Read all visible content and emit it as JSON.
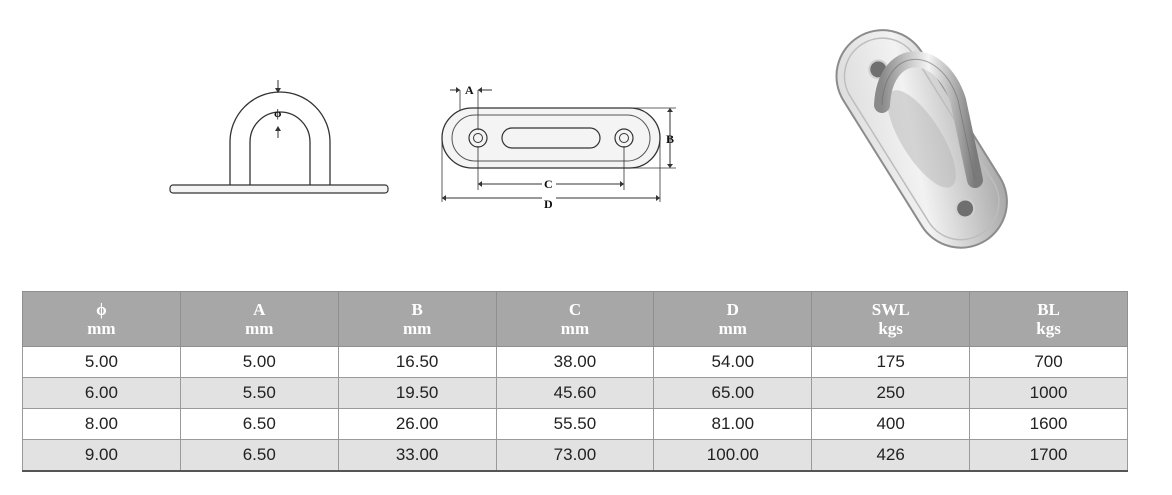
{
  "drawings": {
    "front_label": "ϕ",
    "top_labels": {
      "a": "A",
      "b": "B",
      "c": "C",
      "d": "D"
    }
  },
  "table": {
    "headers": [
      {
        "name": "ϕ",
        "unit": "mm"
      },
      {
        "name": "A",
        "unit": "mm"
      },
      {
        "name": "B",
        "unit": "mm"
      },
      {
        "name": "C",
        "unit": "mm"
      },
      {
        "name": "D",
        "unit": "mm"
      },
      {
        "name": "SWL",
        "unit": "kgs"
      },
      {
        "name": "BL",
        "unit": "kgs"
      }
    ],
    "rows": [
      [
        "5.00",
        "5.00",
        "16.50",
        "38.00",
        "54.00",
        "175",
        "700"
      ],
      [
        "6.00",
        "5.50",
        "19.50",
        "45.60",
        "65.00",
        "250",
        "1000"
      ],
      [
        "8.00",
        "6.50",
        "26.00",
        "55.50",
        "81.00",
        "400",
        "1600"
      ],
      [
        "9.00",
        "6.50",
        "33.00",
        "73.00",
        "100.00",
        "426",
        "1700"
      ]
    ]
  }
}
